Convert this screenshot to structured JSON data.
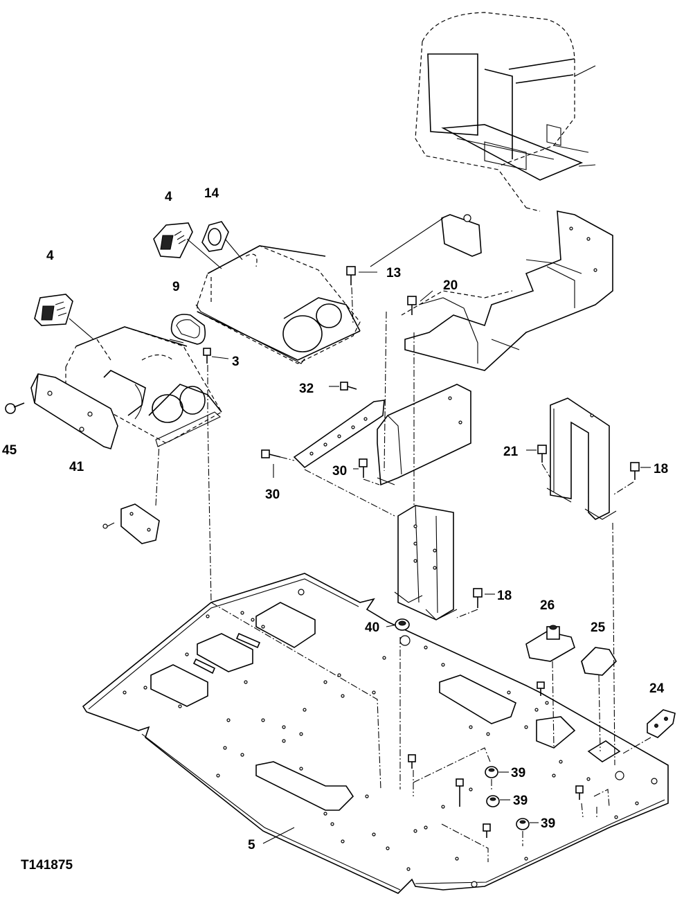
{
  "figure_id": "T141875",
  "callouts": {
    "c4a": "4",
    "c14": "14",
    "c4b": "4",
    "c13": "13",
    "c20": "20",
    "c9": "9",
    "c3": "3",
    "c32": "32",
    "c45": "45",
    "c41": "41",
    "c30a": "30",
    "c30b": "30",
    "c21": "21",
    "c18a": "18",
    "c18b": "18",
    "c26": "26",
    "c40": "40",
    "c25": "25",
    "c24": "24",
    "c39a": "39",
    "c39b": "39",
    "c39c": "39",
    "c5": "5"
  }
}
